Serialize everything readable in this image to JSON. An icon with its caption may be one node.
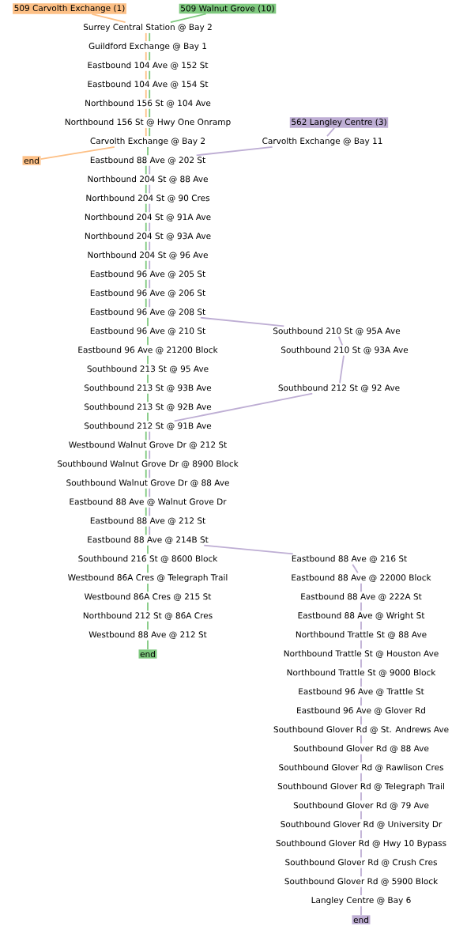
{
  "diagram": {
    "nodes": [
      {
        "text": [
          "509 Carvolth Exchange (1)"
        ]
      },
      {
        "text": [
          "509 Walnut Grove (10)"
        ]
      },
      {
        "text": [
          "Surrey Central Station @ Bay 2"
        ]
      },
      {
        "text": [
          "Guildford Exchange @ Bay 1"
        ]
      },
      {
        "text": [
          "Eastbound 104 Ave @ 152 St"
        ]
      },
      {
        "text": [
          "Eastbound 104 Ave @ 154 St"
        ]
      },
      {
        "text": [
          "Northbound 156 St @ 104 Ave"
        ]
      },
      {
        "text": [
          "Northbound 156 St @ Hwy One Onramp"
        ]
      },
      {
        "text": [
          "562 Langley Centre (3)"
        ]
      },
      {
        "text": [
          "Carvolth Exchange @ Bay 2"
        ]
      },
      {
        "text": [
          "Carvolth Exchange @ Bay 11"
        ]
      },
      {
        "text": [
          "end"
        ]
      },
      {
        "text": [
          "Eastbound 88 Ave @ 202 St"
        ]
      },
      {
        "text": [
          "Northbound 204 St @ 88 Ave"
        ]
      },
      {
        "text": [
          "Northbound 204 St @ 90 Cres"
        ]
      },
      {
        "text": [
          "Northbound 204 St @ 91A Ave"
        ]
      },
      {
        "text": [
          "Northbound 204 St @ 93A Ave"
        ]
      },
      {
        "text": [
          "Northbound 204 St @ 96 Ave"
        ]
      },
      {
        "text": [
          "Eastbound 96 Ave @ 205 St"
        ]
      },
      {
        "text": [
          "Eastbound 96 Ave @ 206 St"
        ]
      },
      {
        "text": [
          "Eastbound 96 Ave @ 208 St"
        ]
      },
      {
        "text": [
          "Eastbound 96 Ave @ 210 St"
        ]
      },
      {
        "text": [
          "Southbound 210 St @ 95A Ave"
        ]
      },
      {
        "text": [
          "Eastbound 96 Ave @ 21200 Block"
        ]
      },
      {
        "text": [
          "Southbound 210 St @ 93A Ave"
        ]
      },
      {
        "text": [
          "Southbound 213 St @ 95 Ave"
        ]
      },
      {
        "text": [
          "Southbound 213 St @ 93B Ave"
        ]
      },
      {
        "text": [
          "Southbound 212 St @ 92 Ave"
        ]
      },
      {
        "text": [
          "Southbound 213 St @ 92B Ave"
        ]
      },
      {
        "text": [
          "Southbound 212 St @ 91B Ave"
        ]
      },
      {
        "text": [
          "Westbound Walnut Grove Dr @ 212 St"
        ]
      },
      {
        "text": [
          "Southbound Walnut Grove Dr @ 8900 Block"
        ]
      },
      {
        "text": [
          "Southbound Walnut Grove Dr @ 88 Ave"
        ]
      },
      {
        "text": [
          "Eastbound 88 Ave @ Walnut Grove Dr"
        ]
      },
      {
        "text": [
          "Eastbound 88 Ave @ 212 St"
        ]
      },
      {
        "text": [
          "Eastbound 88 Ave @ 214B St"
        ]
      },
      {
        "text": [
          "Southbound 216 St @ 8600 Block"
        ]
      },
      {
        "text": [
          "Eastbound 88 Ave @ 216 St"
        ]
      },
      {
        "text": [
          "Westbound 86A Cres @ Telegraph Trail"
        ]
      },
      {
        "text": [
          "Eastbound 88 Ave @ 22000 Block"
        ]
      },
      {
        "text": [
          "Westbound 86A Cres @ 215 St"
        ]
      },
      {
        "text": [
          "Eastbound 88 Ave @ 222A St"
        ]
      },
      {
        "text": [
          "Northbound 212 St @ 86A Cres"
        ]
      },
      {
        "text": [
          "Eastbound 88 Ave @ Wright St"
        ]
      },
      {
        "text": [
          "Westbound 88 Ave @ 212 St"
        ]
      },
      {
        "text": [
          "Northbound Trattle St @ 88 Ave"
        ]
      },
      {
        "text": [
          "end"
        ]
      },
      {
        "text": [
          "Northbound Trattle St @ Houston Ave"
        ]
      },
      {
        "text": [
          "Northbound Trattle St @ 9000 Block"
        ]
      },
      {
        "text": [
          "Eastbound 96 Ave @ Trattle St"
        ]
      },
      {
        "text": [
          "Eastbound 96 Ave @ Glover Rd"
        ]
      },
      {
        "text": [
          "Southbound Glover Rd @ St. Andrews Ave"
        ]
      },
      {
        "text": [
          "Southbound Glover Rd @ 88 Ave"
        ]
      },
      {
        "text": [
          "Southbound Glover Rd @ Rawlison Cres"
        ]
      },
      {
        "text": [
          "Southbound Glover Rd @ Telegraph Trail"
        ]
      },
      {
        "text": [
          "Southbound Glover Rd @ 79 Ave"
        ]
      },
      {
        "text": [
          "Southbound Glover Rd @ University Dr"
        ]
      },
      {
        "text": [
          "Southbound Glover Rd @ Hwy 10 Bypass"
        ]
      },
      {
        "text": [
          "Southbound Glover Rd @ Crush Cres"
        ]
      },
      {
        "text": [
          "Southbound Glover Rd @ 5900 Block"
        ]
      },
      {
        "text": [
          "Langley Centre @ Bay 6"
        ]
      },
      {
        "text": [
          "end"
        ]
      }
    ],
    "edges": [
      {
        "from": 0,
        "to": 2,
        "arrow": "none",
        "color": "#fdc086"
      },
      {
        "from": 2,
        "to": 3,
        "arrow": "none",
        "color": "#fdc086"
      },
      {
        "from": 3,
        "to": 4,
        "arrow": "none",
        "color": "#fdc086"
      },
      {
        "from": 4,
        "to": 5,
        "arrow": "none",
        "color": "#fdc086"
      },
      {
        "from": 5,
        "to": 6,
        "arrow": "none",
        "color": "#fdc086"
      },
      {
        "from": 6,
        "to": 7,
        "arrow": "none",
        "color": "#fdc086"
      },
      {
        "from": 7,
        "to": 9,
        "arrow": "none",
        "color": "#fdc086"
      },
      {
        "from": 9,
        "to": 11,
        "arrow": "none",
        "color": "#fdc086"
      },
      {
        "from": 1,
        "to": 2,
        "arrow": "none",
        "color": "#7fc97f"
      },
      {
        "from": 2,
        "to": 3,
        "arrow": "none",
        "color": "#7fc97f"
      },
      {
        "from": 3,
        "to": 4,
        "arrow": "none",
        "color": "#7fc97f"
      },
      {
        "from": 4,
        "to": 5,
        "arrow": "none",
        "color": "#7fc97f"
      },
      {
        "from": 5,
        "to": 6,
        "arrow": "none",
        "color": "#7fc97f"
      },
      {
        "from": 6,
        "to": 7,
        "arrow": "none",
        "color": "#7fc97f"
      },
      {
        "from": 7,
        "to": 9,
        "arrow": "none",
        "color": "#7fc97f"
      },
      {
        "from": 9,
        "to": 12,
        "arrow": "none",
        "color": "#7fc97f"
      },
      {
        "from": 12,
        "to": 13,
        "arrow": "none",
        "color": "#7fc97f"
      },
      {
        "from": 13,
        "to": 14,
        "arrow": "none",
        "color": "#7fc97f"
      },
      {
        "from": 14,
        "to": 15,
        "arrow": "none",
        "color": "#7fc97f"
      },
      {
        "from": 15,
        "to": 16,
        "arrow": "none",
        "color": "#7fc97f"
      },
      {
        "from": 16,
        "to": 17,
        "arrow": "none",
        "color": "#7fc97f"
      },
      {
        "from": 17,
        "to": 18,
        "arrow": "none",
        "color": "#7fc97f"
      },
      {
        "from": 18,
        "to": 19,
        "arrow": "none",
        "color": "#7fc97f"
      },
      {
        "from": 19,
        "to": 20,
        "arrow": "none",
        "color": "#7fc97f"
      },
      {
        "from": 20,
        "to": 21,
        "arrow": "none",
        "color": "#7fc97f"
      },
      {
        "from": 21,
        "to": 23,
        "arrow": "none",
        "color": "#7fc97f"
      },
      {
        "from": 23,
        "to": 25,
        "arrow": "none",
        "color": "#7fc97f"
      },
      {
        "from": 25,
        "to": 26,
        "arrow": "none",
        "color": "#7fc97f"
      },
      {
        "from": 26,
        "to": 28,
        "arrow": "none",
        "color": "#7fc97f"
      },
      {
        "from": 28,
        "to": 29,
        "arrow": "none",
        "color": "#7fc97f"
      },
      {
        "from": 29,
        "to": 30,
        "arrow": "none",
        "color": "#7fc97f"
      },
      {
        "from": 30,
        "to": 31,
        "arrow": "none",
        "color": "#7fc97f"
      },
      {
        "from": 31,
        "to": 32,
        "arrow": "none",
        "color": "#7fc97f"
      },
      {
        "from": 32,
        "to": 33,
        "arrow": "none",
        "color": "#7fc97f"
      },
      {
        "from": 33,
        "to": 34,
        "arrow": "none",
        "color": "#7fc97f"
      },
      {
        "from": 34,
        "to": 35,
        "arrow": "none",
        "color": "#7fc97f"
      },
      {
        "from": 35,
        "to": 36,
        "arrow": "none",
        "color": "#7fc97f"
      },
      {
        "from": 36,
        "to": 38,
        "arrow": "none",
        "color": "#7fc97f"
      },
      {
        "from": 38,
        "to": 40,
        "arrow": "none",
        "color": "#7fc97f"
      },
      {
        "from": 40,
        "to": 42,
        "arrow": "none",
        "color": "#7fc97f"
      },
      {
        "from": 42,
        "to": 44,
        "arrow": "none",
        "color": "#7fc97f"
      },
      {
        "from": 44,
        "to": 46,
        "arrow": "none",
        "color": "#7fc97f"
      },
      {
        "from": 8,
        "to": 10,
        "arrow": "none",
        "color": "#beaed4"
      },
      {
        "from": 10,
        "to": 12,
        "arrow": "none",
        "color": "#beaed4"
      },
      {
        "from": 12,
        "to": 13,
        "arrow": "none",
        "color": "#beaed4"
      },
      {
        "from": 13,
        "to": 14,
        "arrow": "none",
        "color": "#beaed4"
      },
      {
        "from": 14,
        "to": 15,
        "arrow": "none",
        "color": "#beaed4"
      },
      {
        "from": 15,
        "to": 16,
        "arrow": "none",
        "color": "#beaed4"
      },
      {
        "from": 16,
        "to": 17,
        "arrow": "none",
        "color": "#beaed4"
      },
      {
        "from": 17,
        "to": 18,
        "arrow": "none",
        "color": "#beaed4"
      },
      {
        "from": 18,
        "to": 19,
        "arrow": "none",
        "color": "#beaed4"
      },
      {
        "from": 19,
        "to": 20,
        "arrow": "none",
        "color": "#beaed4"
      },
      {
        "from": 20,
        "to": 22,
        "arrow": "none",
        "color": "#beaed4"
      },
      {
        "from": 22,
        "to": 24,
        "arrow": "none",
        "color": "#beaed4"
      },
      {
        "from": 24,
        "to": 27,
        "arrow": "none",
        "color": "#beaed4"
      },
      {
        "from": 27,
        "to": 29,
        "arrow": "none",
        "color": "#beaed4"
      },
      {
        "from": 29,
        "to": 30,
        "arrow": "none",
        "color": "#beaed4"
      },
      {
        "from": 30,
        "to": 31,
        "arrow": "none",
        "color": "#beaed4"
      },
      {
        "from": 31,
        "to": 32,
        "arrow": "none",
        "color": "#beaed4"
      },
      {
        "from": 32,
        "to": 33,
        "arrow": "none",
        "color": "#beaed4"
      },
      {
        "from": 33,
        "to": 34,
        "arrow": "none",
        "color": "#beaed4"
      },
      {
        "from": 34,
        "to": 35,
        "arrow": "none",
        "color": "#beaed4"
      },
      {
        "from": 35,
        "to": 37,
        "arrow": "none",
        "color": "#beaed4"
      },
      {
        "from": 37,
        "to": 39,
        "arrow": "none",
        "color": "#beaed4"
      },
      {
        "from": 39,
        "to": 41,
        "arrow": "none",
        "color": "#beaed4"
      },
      {
        "from": 41,
        "to": 43,
        "arrow": "none",
        "color": "#beaed4"
      },
      {
        "from": 43,
        "to": 45,
        "arrow": "none",
        "color": "#beaed4"
      },
      {
        "from": 45,
        "to": 47,
        "arrow": "none",
        "color": "#beaed4"
      },
      {
        "from": 47,
        "to": 48,
        "arrow": "none",
        "color": "#beaed4"
      },
      {
        "from": 48,
        "to": 49,
        "arrow": "none",
        "color": "#beaed4"
      },
      {
        "from": 49,
        "to": 50,
        "arrow": "none",
        "color": "#beaed4"
      },
      {
        "from": 50,
        "to": 51,
        "arrow": "none",
        "color": "#beaed4"
      },
      {
        "from": 51,
        "to": 52,
        "arrow": "none",
        "color": "#beaed4"
      },
      {
        "from": 52,
        "to": 53,
        "arrow": "none",
        "color": "#beaed4"
      },
      {
        "from": 53,
        "to": 54,
        "arrow": "none",
        "color": "#beaed4"
      },
      {
        "from": 54,
        "to": 55,
        "arrow": "none",
        "color": "#beaed4"
      },
      {
        "from": 55,
        "to": 56,
        "arrow": "none",
        "color": "#beaed4"
      },
      {
        "from": 56,
        "to": 57,
        "arrow": "none",
        "color": "#beaed4"
      },
      {
        "from": 57,
        "to": 58,
        "arrow": "none",
        "color": "#beaed4"
      },
      {
        "from": 58,
        "to": 59,
        "arrow": "none",
        "color": "#beaed4"
      },
      {
        "from": 59,
        "to": 60,
        "arrow": "none",
        "color": "#beaed4"
      },
      {
        "from": 60,
        "to": 61,
        "arrow": "none",
        "color": "#beaed4"
      }
    ]
  }
}
